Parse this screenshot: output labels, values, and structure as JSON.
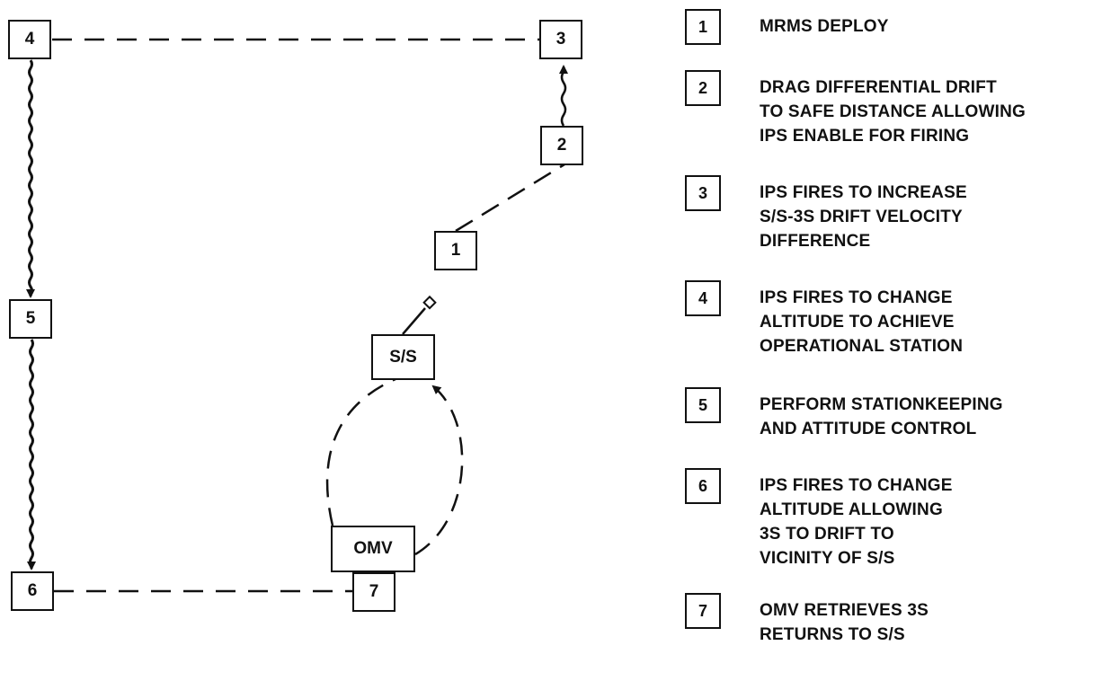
{
  "nodes": {
    "n1": "1",
    "n2": "2",
    "n3": "3",
    "n4": "4",
    "n5": "5",
    "n6": "6",
    "n7": "7",
    "ss": "S/S",
    "omv": "OMV"
  },
  "legend": [
    {
      "num": "1",
      "lines": [
        "MRMS DEPLOY"
      ]
    },
    {
      "num": "2",
      "lines": [
        "DRAG DIFFERENTIAL DRIFT",
        "TO SAFE DISTANCE ALLOWING",
        "IPS ENABLE FOR FIRING"
      ]
    },
    {
      "num": "3",
      "lines": [
        "IPS FIRES TO INCREASE",
        "S/S-3S DRIFT VELOCITY",
        "DIFFERENCE"
      ]
    },
    {
      "num": "4",
      "lines": [
        "IPS FIRES TO CHANGE",
        "ALTITUDE TO ACHIEVE",
        "OPERATIONAL STATION"
      ]
    },
    {
      "num": "5",
      "lines": [
        "PERFORM STATIONKEEPING",
        "AND ATTITUDE CONTROL"
      ]
    },
    {
      "num": "6",
      "lines": [
        "IPS FIRES TO CHANGE",
        "ALTITUDE ALLOWING",
        "3S TO DRIFT TO",
        "VICINITY OF S/S"
      ]
    },
    {
      "num": "7",
      "lines": [
        "OMV RETRIEVES 3S",
        "RETURNS TO S/S"
      ]
    }
  ]
}
